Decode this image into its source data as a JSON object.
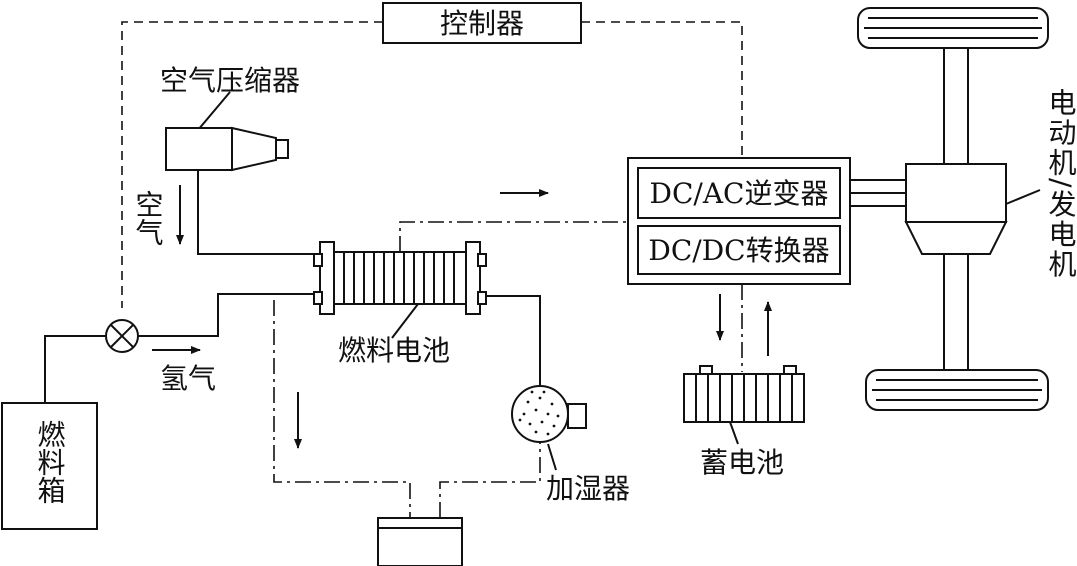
{
  "labels": {
    "controller": "控制器",
    "air_compressor": "空气压缩器",
    "air": "空气",
    "hydrogen": "氢气",
    "fuel_tank": "燃料箱",
    "fuel_cell": "燃料电池",
    "humidifier": "加湿器",
    "inverter": "DC/AC逆变器",
    "dcdc_converter": "DC/DC转换器",
    "battery": "蓄电池",
    "motor_generator": "电动机/发电机"
  },
  "colors": {
    "ink": "#111111",
    "background": "#ffffff"
  }
}
